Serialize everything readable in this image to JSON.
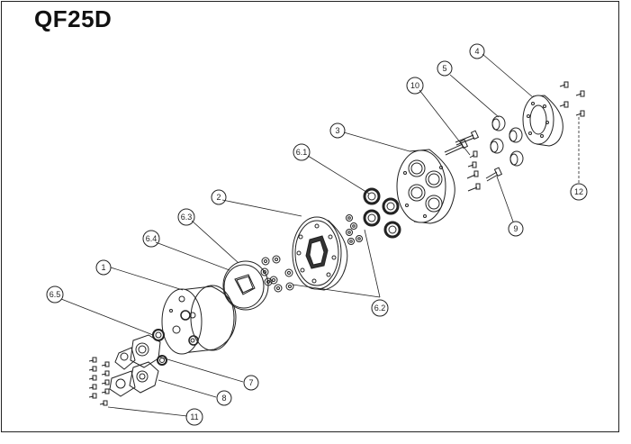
{
  "title": "QF25D",
  "callouts": [
    {
      "id": "c1",
      "text": "1"
    },
    {
      "id": "c2",
      "text": "2"
    },
    {
      "id": "c3",
      "text": "3"
    },
    {
      "id": "c4",
      "text": "4"
    },
    {
      "id": "c5",
      "text": "5"
    },
    {
      "id": "c6_1",
      "text": "6.1"
    },
    {
      "id": "c6_2",
      "text": "6.2"
    },
    {
      "id": "c6_3",
      "text": "6.3"
    },
    {
      "id": "c6_4",
      "text": "6.4"
    },
    {
      "id": "c6_5",
      "text": "6.5"
    },
    {
      "id": "c7",
      "text": "7"
    },
    {
      "id": "c8",
      "text": "8"
    },
    {
      "id": "c9",
      "text": "9"
    },
    {
      "id": "c10",
      "text": "10"
    },
    {
      "id": "c11",
      "text": "11"
    },
    {
      "id": "c12",
      "text": "12"
    }
  ]
}
